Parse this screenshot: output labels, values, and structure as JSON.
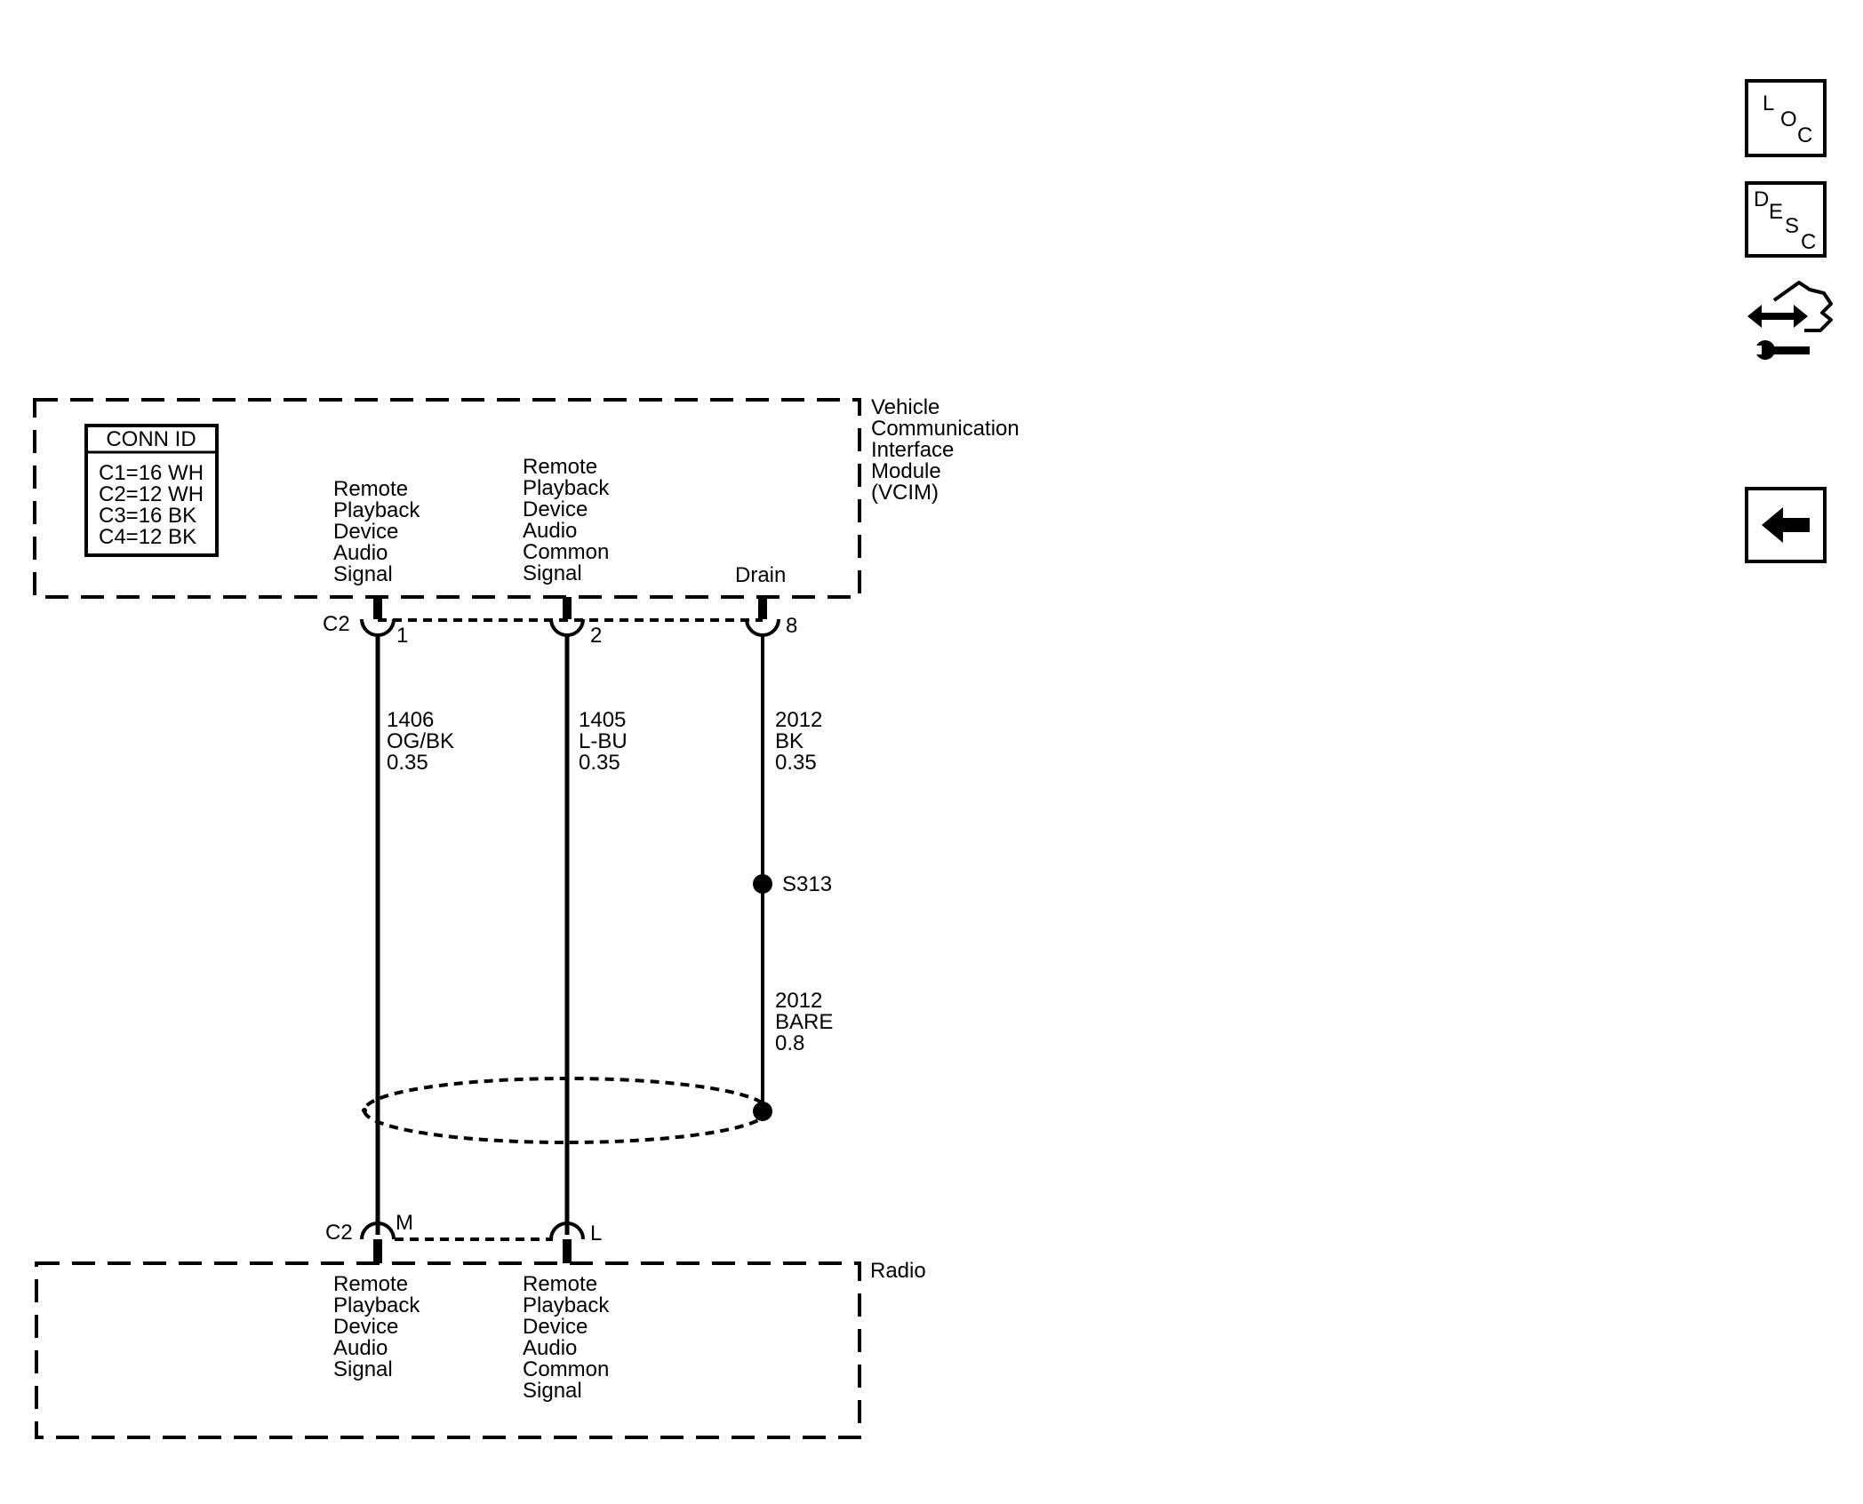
{
  "vcim": {
    "name_lines": [
      "Vehicle",
      "Communication",
      "Interface",
      "Module",
      "(VCIM)"
    ],
    "conn_id": {
      "title": "CONN ID",
      "rows": [
        "C1=16 WH",
        "C2=12 WH",
        "C3=16 BK",
        "C4=12 BK"
      ]
    },
    "connector": "C2",
    "signal_1_lines": [
      "Remote",
      "Playback",
      "Device",
      "Audio",
      "Signal"
    ],
    "signal_2_lines": [
      "Remote",
      "Playback",
      "Device",
      "Audio",
      "Common",
      "Signal"
    ],
    "drain_label": "Drain",
    "pins": [
      "1",
      "2",
      "8"
    ]
  },
  "wires": [
    {
      "circuit": "1406",
      "color": "OG/BK",
      "gauge": "0.35"
    },
    {
      "circuit": "1405",
      "color": "L-BU",
      "gauge": "0.35"
    },
    {
      "circuit": "2012",
      "color": "BK",
      "gauge": "0.35"
    }
  ],
  "splice": {
    "id": "S313"
  },
  "drain_wire": {
    "circuit": "2012",
    "color": "BARE",
    "gauge": "0.8"
  },
  "radio": {
    "name": "Radio",
    "connector": "C2",
    "pins": [
      "M",
      "L"
    ],
    "signal_1_lines": [
      "Remote",
      "Playback",
      "Device",
      "Audio",
      "Signal"
    ],
    "signal_2_lines": [
      "Remote",
      "Playback",
      "Device",
      "Audio",
      "Common",
      "Signal"
    ]
  },
  "toolbar": {
    "loc_letters": [
      "L",
      "O",
      "C"
    ],
    "desc_letters": [
      "D",
      "E",
      "S",
      "C"
    ]
  }
}
